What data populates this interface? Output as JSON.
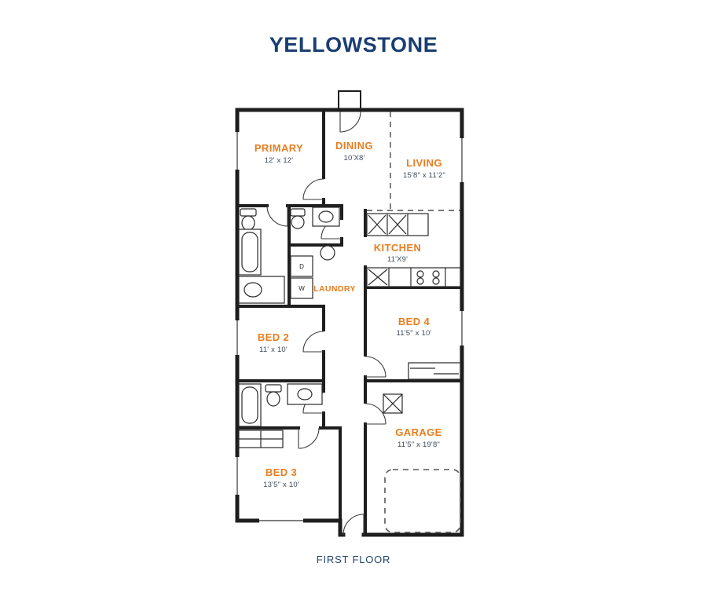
{
  "page": {
    "title": "YELLOWSTONE",
    "footer": "FIRST FLOOR"
  },
  "plan": {
    "rooms": [
      {
        "name": "primary",
        "label": "PRIMARY",
        "dims": "12' x 12'"
      },
      {
        "name": "dining",
        "label": "DINING",
        "dims": "10'X8'"
      },
      {
        "name": "living",
        "label": "LIVING",
        "dims": "15'8\" x 11'2\""
      },
      {
        "name": "kitchen",
        "label": "KITCHEN",
        "dims": "11'X9'"
      },
      {
        "name": "laundry",
        "label": "LAUNDRY",
        "dims": ""
      },
      {
        "name": "bed4",
        "label": "BED 4",
        "dims": "11'5\" x 10'"
      },
      {
        "name": "bed2",
        "label": "BED 2",
        "dims": "11' x 10'"
      },
      {
        "name": "bed3",
        "label": "BED 3",
        "dims": "13'5\" x 10'"
      },
      {
        "name": "garage",
        "label": "GARAGE",
        "dims": "11'5\" x 19'8\""
      }
    ],
    "appliances": {
      "dryer": "D",
      "washer": "W"
    }
  },
  "colors": {
    "title": "#1a3e73",
    "footer": "#24456e",
    "room_label": "#e87d1e",
    "dimensions": "#3d4a59",
    "walls": "#1e1e1e",
    "background": "#ffffff"
  }
}
